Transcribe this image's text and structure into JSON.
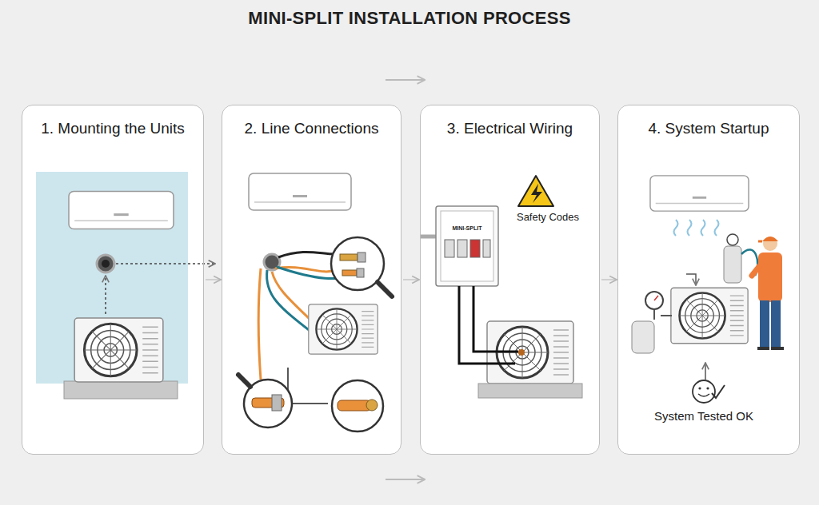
{
  "diagram": {
    "title": "MINI-SPLIT INSTALLATION PROCESS",
    "nodes": [
      {
        "text": [
          "1. Mounting the Units"
        ]
      },
      {
        "text": [
          "2. Line Connections"
        ]
      },
      {
        "text": [
          "3. Electrical Wiring"
        ]
      },
      {
        "text": [
          "4. System Startup"
        ]
      }
    ],
    "edges": [
      {
        "from": 0,
        "to": 1,
        "arrow": "to"
      },
      {
        "from": 1,
        "to": 2,
        "arrow": "to"
      },
      {
        "from": 2,
        "to": 3,
        "arrow": "to"
      }
    ],
    "labels": [
      "MINI-SPLIT",
      "Safety Codes",
      "System Tested OK"
    ]
  }
}
